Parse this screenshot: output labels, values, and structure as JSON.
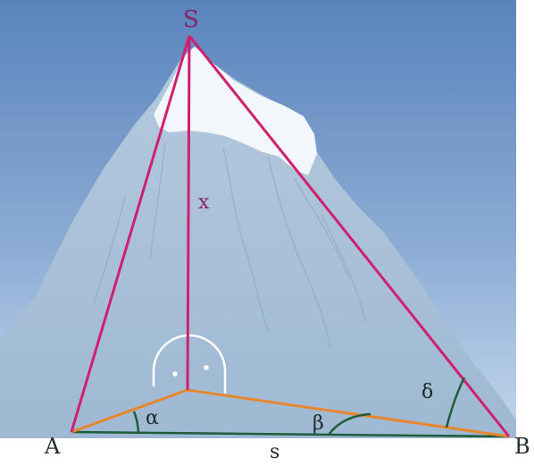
{
  "labels": {
    "summit": "S",
    "height": "x",
    "point_a": "A",
    "point_b": "B",
    "baseline": "s",
    "angle_alpha": "α",
    "angle_beta": "β",
    "angle_delta": "δ"
  },
  "colors": {
    "sky_top": "#5d86bd",
    "sky_bottom": "#b7cfe7",
    "mountain": "#a9c1d8",
    "snow": "#f2f6fa",
    "edge_magenta": "#d01f6e",
    "edge_orange": "#e8862e",
    "edge_green": "#1f5c3a",
    "label_text": "#8a1f6a",
    "dark_text": "#1e2a2a"
  }
}
